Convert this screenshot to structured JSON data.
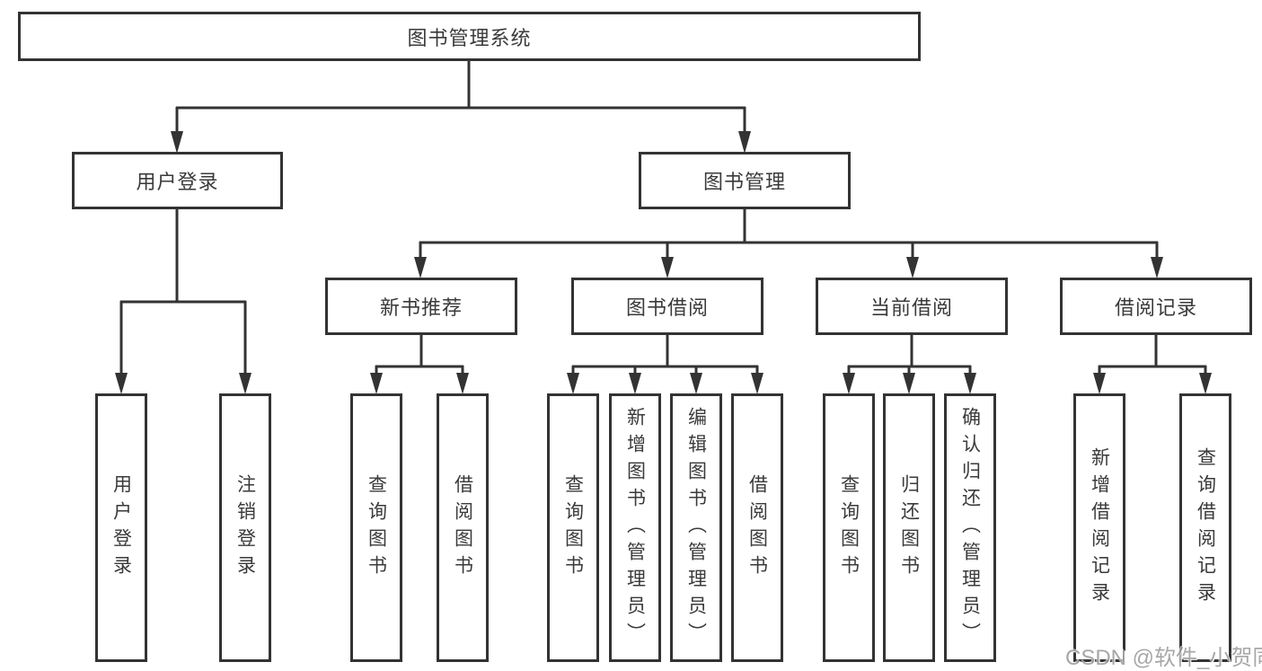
{
  "tree": {
    "label": "图书管理系统",
    "children": [
      {
        "label": "用户登录",
        "children": [
          {
            "label": "用户登录"
          },
          {
            "label": "注销登录"
          }
        ]
      },
      {
        "label": "图书管理",
        "children": [
          {
            "label": "新书推荐",
            "children": [
              {
                "label": "查询图书"
              },
              {
                "label": "借阅图书"
              }
            ]
          },
          {
            "label": "图书借阅",
            "children": [
              {
                "label": "查询图书"
              },
              {
                "label": "新增图书（管理员）"
              },
              {
                "label": "编辑图书（管理员）"
              },
              {
                "label": "借阅图书"
              }
            ]
          },
          {
            "label": "当前借阅",
            "children": [
              {
                "label": "查询图书"
              },
              {
                "label": "归还图书"
              },
              {
                "label": "确认归还（管理员）"
              }
            ]
          },
          {
            "label": "借阅记录",
            "children": [
              {
                "label": "新增借阅记录"
              },
              {
                "label": "查询借阅记录"
              }
            ]
          }
        ]
      }
    ]
  },
  "watermark": "CSDN @软件_小贺同学",
  "colors": {
    "line": "#333333",
    "box_border": "#333333",
    "text": "#3a3a3a",
    "watermark": "#919191",
    "background": "#ffffff"
  }
}
